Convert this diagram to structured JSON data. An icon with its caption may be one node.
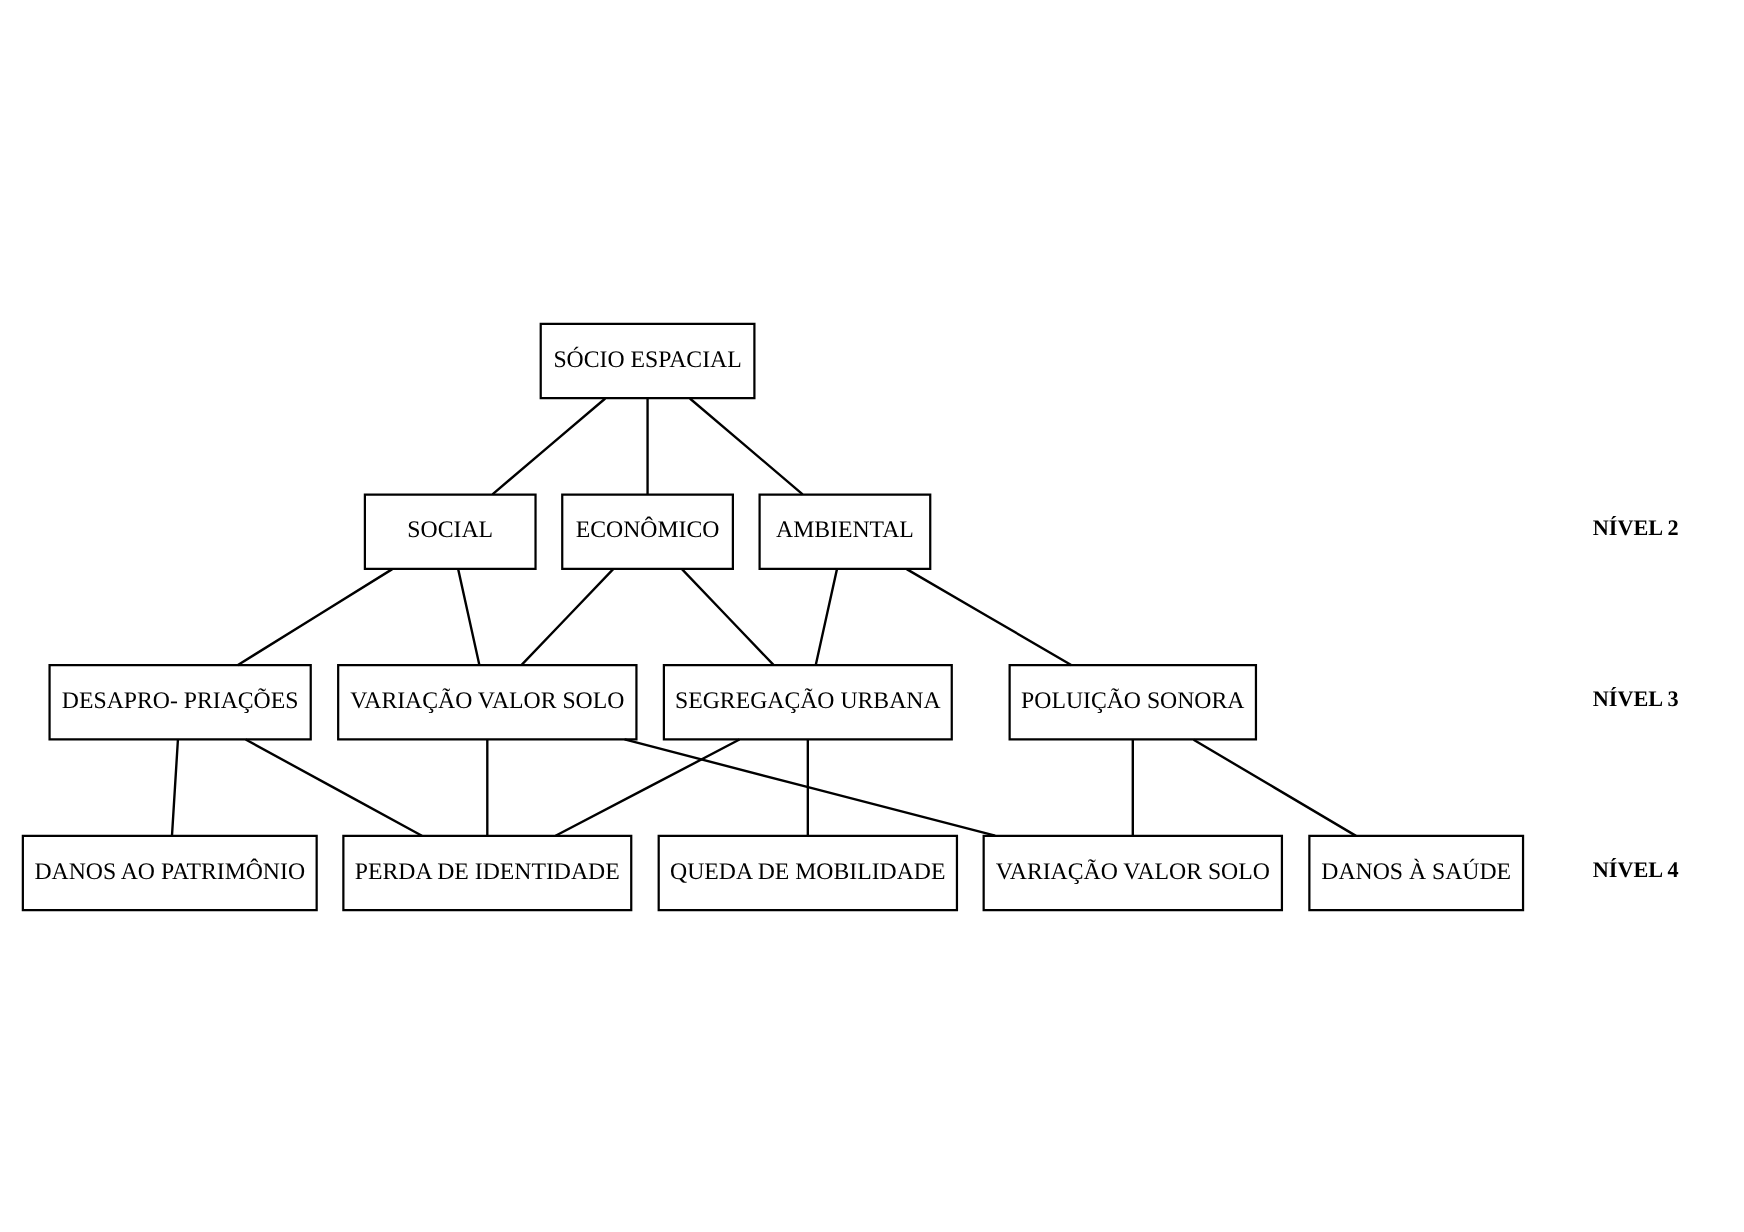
{
  "diagram": {
    "nodes": [
      {
        "text": [
          "SÓCIO ESPACIAL"
        ]
      },
      {
        "text": [
          "AMBIENTAL"
        ]
      },
      {
        "text": [
          "ECONÔMICO"
        ]
      },
      {
        "text": [
          "SOCIAL"
        ]
      },
      {
        "text": [
          "POLUIÇÃO SONORA"
        ]
      },
      {
        "text": [
          "SEGREGAÇÃO URBANA"
        ]
      },
      {
        "text": [
          "DESAPRO- PRIAÇÕES"
        ]
      },
      {
        "text": [
          "VARIAÇÃO VALOR SOLO"
        ]
      },
      {
        "text": [
          "DANOS À SAÚDE"
        ]
      },
      {
        "text": [
          "PERDA DE IDENTIDADE"
        ]
      },
      {
        "text": [
          "DANOS AO PATRIMÔNIO"
        ]
      },
      {
        "text": [
          "VARIAÇÃO VALOR SOLO"
        ]
      },
      {
        "text": [
          "QUEDA DE MOBILIDADE"
        ]
      }
    ],
    "edges": [
      {
        "from": 0,
        "to": 1,
        "arrow": "none"
      },
      {
        "from": 0,
        "to": 2,
        "arrow": "none"
      },
      {
        "from": 0,
        "to": 3,
        "arrow": "none"
      },
      {
        "from": 1,
        "to": 4,
        "arrow": "none"
      },
      {
        "from": 1,
        "to": 5,
        "arrow": "none"
      },
      {
        "from": 2,
        "to": 5,
        "arrow": "none"
      },
      {
        "from": 2,
        "to": 7,
        "arrow": "none"
      },
      {
        "from": 3,
        "to": 6,
        "arrow": "none"
      },
      {
        "from": 3,
        "to": 7,
        "arrow": "none"
      },
      {
        "from": 4,
        "to": 8,
        "arrow": "none"
      },
      {
        "from": 4,
        "to": 11,
        "arrow": "none"
      },
      {
        "from": 5,
        "to": 9,
        "arrow": "none"
      },
      {
        "from": 5,
        "to": 12,
        "arrow": "none"
      },
      {
        "from": 6,
        "to": 9,
        "arrow": "none"
      },
      {
        "from": 6,
        "to": 10,
        "arrow": "none"
      },
      {
        "from": 7,
        "to": 9,
        "arrow": "none"
      },
      {
        "from": 7,
        "to": 11,
        "arrow": "none"
      }
    ],
    "labels": [
      "NÍVEL 2",
      "NÍVEL 3",
      "NÍVEL 4"
    ]
  }
}
